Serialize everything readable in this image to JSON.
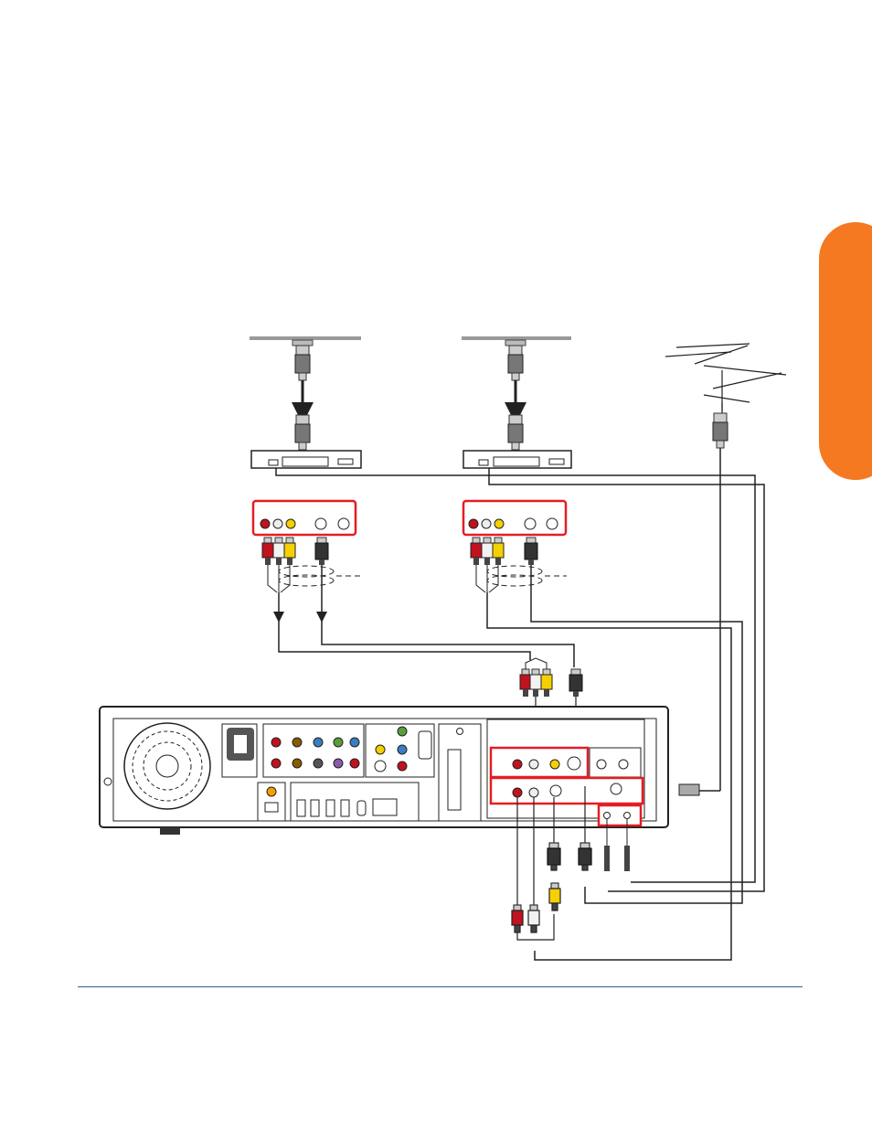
{
  "page": {
    "accent_color": "#f47920",
    "rule_color": "#2f5f8f",
    "highlight_color": "#e31e24",
    "connector_colors": {
      "red": "#c1121f",
      "white": "#f2f2f2",
      "yellow": "#f5d000",
      "black": "#222222"
    }
  },
  "diagram": {
    "labeled_text": [],
    "components": [
      {
        "name": "cable-wall-outlet-1",
        "icon": "wall-plate"
      },
      {
        "name": "set-top-box-1",
        "icon": "cable-box"
      },
      {
        "name": "av-output-panel-1",
        "icon": "rca-s-video-panel"
      },
      {
        "name": "cable-wall-outlet-2",
        "icon": "wall-plate"
      },
      {
        "name": "set-top-box-2",
        "icon": "cable-box"
      },
      {
        "name": "av-output-panel-2",
        "icon": "rca-s-video-panel"
      },
      {
        "name": "tv-antenna",
        "icon": "antenna"
      },
      {
        "name": "pc-back-panel",
        "icon": "computer-rear"
      },
      {
        "name": "tv-tuner-inputs",
        "icon": "tuner-card"
      },
      {
        "name": "ir-blaster-jacks",
        "icon": "ir-ports"
      }
    ]
  }
}
